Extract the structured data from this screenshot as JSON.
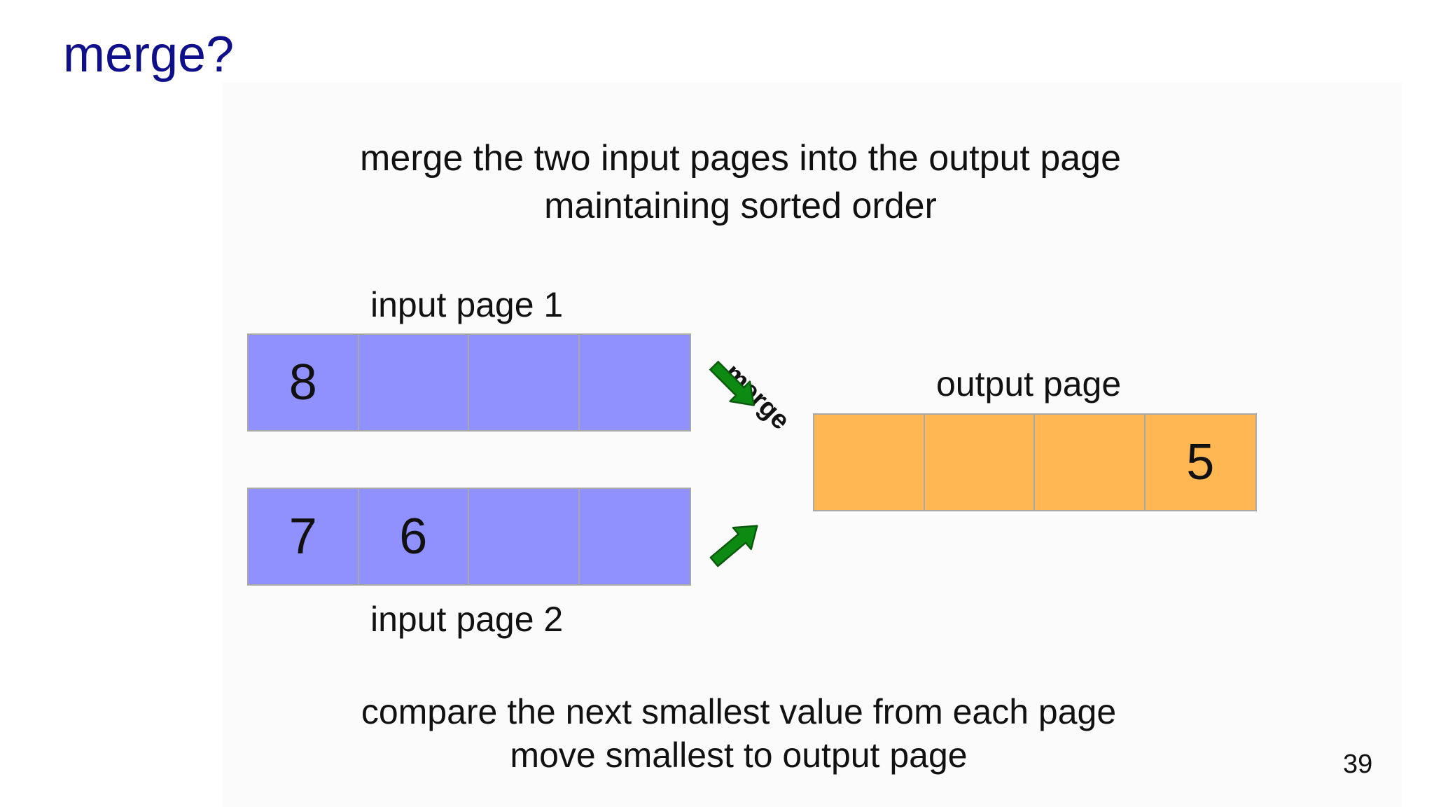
{
  "slide": {
    "title": "merge?",
    "subtitle_lines": [
      "merge the two input pages into the output page",
      "maintaining sorted order"
    ],
    "footer_lines": [
      "compare the next smallest value from each page",
      "move smallest to output page"
    ],
    "slide_number": "39"
  },
  "diagram": {
    "input_page_1": {
      "label": "input page 1",
      "cells": [
        "8",
        "",
        "",
        ""
      ]
    },
    "input_page_2": {
      "label": "input page 2",
      "cells": [
        "7",
        "6",
        "",
        ""
      ]
    },
    "output_page": {
      "label": "output page",
      "cells": [
        "",
        "",
        "",
        "5"
      ]
    },
    "arrow_label": "merge",
    "colors": {
      "input_fill": "#9090fe",
      "output_fill": "#feb752",
      "arrow_fill": "#0d8a12",
      "title": "#0f0f8c"
    },
    "icons": [
      "arrow-down-right-icon",
      "arrow-up-right-icon"
    ]
  }
}
